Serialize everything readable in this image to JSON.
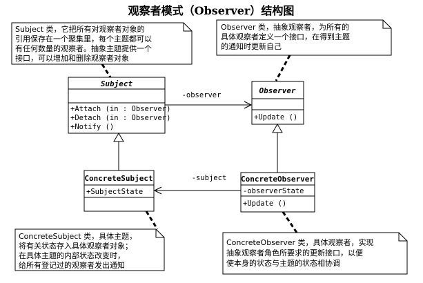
{
  "title": "观察者模式（Observer）结构图",
  "notes": {
    "subject": [
      "Subject 类，它把所有对观察者对象的",
      "引用保存在一个聚集里，每个主题都可以",
      "有任何数量的观察者。抽象主题提供一个",
      "接口，可以增加和删除观察者对象"
    ],
    "observer": [
      "Observer 类，抽象观察者，为所有的",
      "具体观察者定义一个接口，在得到主题",
      "的通知时更新自己"
    ],
    "concrete_subject": [
      "ConcreteSubject 类，具体主题，",
      "将有关状态存入具体观察者对象；",
      "在具体主题的内部状态改变时，",
      "给所有登记过的观察者发出通知"
    ],
    "concrete_observer": [
      "ConcreteObserver 类，具体观察者，实现",
      "抽象观察者角色所要求的更新接口，以便",
      "使本身的状态与主题的状态相协调"
    ]
  },
  "classes": {
    "subject": {
      "name": "Subject",
      "attributes": [],
      "methods": [
        "+Attach (in  : Observer)",
        "+Detach (in  : Observer)",
        "+Notify ()"
      ]
    },
    "observer": {
      "name": "Observer",
      "attributes": [],
      "methods": [
        "+Update ()"
      ]
    },
    "concrete_subject": {
      "name": "ConcreteSubject",
      "attributes": [
        "+SubjectState"
      ],
      "methods": []
    },
    "concrete_observer": {
      "name": "ConcreteObserver",
      "attributes": [
        "-observerState"
      ],
      "methods": [
        "+Update ()"
      ]
    }
  },
  "associations": {
    "subject_to_observer": "-observer",
    "observer_to_subject": "-subject"
  }
}
